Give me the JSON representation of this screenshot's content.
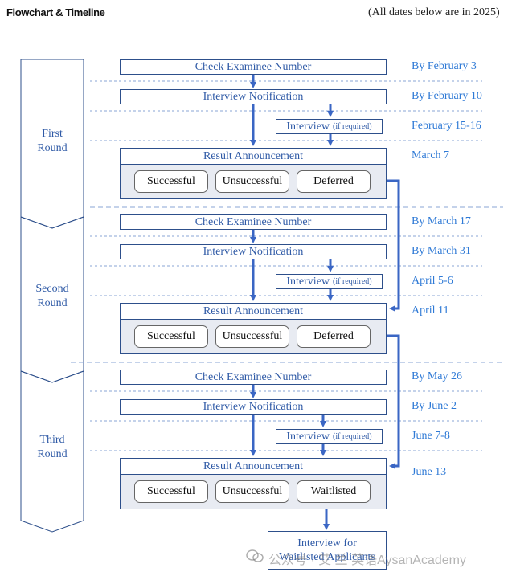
{
  "header": {
    "title": "Flowchart & Timeline",
    "note": "(All dates below are in 2025)"
  },
  "rounds": [
    {
      "label_line1": "First",
      "label_line2": "Round",
      "check": "Check Examinee Number",
      "notification": "Interview Notification",
      "interview": "Interview",
      "interview_note": "(if required)",
      "result": "Result Announcement",
      "outcomes": [
        "Successful",
        "Unsuccessful",
        "Deferred"
      ],
      "dates": [
        "By February 3",
        "By February 10",
        "February 15-16",
        "March 7"
      ]
    },
    {
      "label_line1": "Second",
      "label_line2": "Round",
      "check": "Check Examinee Number",
      "notification": "Interview Notification",
      "interview": "Interview",
      "interview_note": "(if required)",
      "result": "Result Announcement",
      "outcomes": [
        "Successful",
        "Unsuccessful",
        "Deferred"
      ],
      "dates": [
        "By March 17",
        "By March 31",
        "April 5-6",
        "April 11"
      ]
    },
    {
      "label_line1": "Third",
      "label_line2": "Round",
      "check": "Check Examinee Number",
      "notification": "Interview Notification",
      "interview": "Interview",
      "interview_note": "(if required)",
      "result": "Result Announcement",
      "outcomes": [
        "Successful",
        "Unsuccessful",
        "Waitlisted"
      ],
      "dates": [
        "By May 26",
        "By June 2",
        "June 7-8",
        "June 13"
      ]
    }
  ],
  "final": {
    "line1": "Interview for",
    "line2": "Waitlisted Applicants"
  },
  "watermark": "公众号 · 艾 兰 英语AysanAcademy",
  "colors": {
    "line": "#3a66c4",
    "text": "#2f5aa6",
    "date": "#2f7ad6",
    "panel": "#e8ebf2"
  }
}
